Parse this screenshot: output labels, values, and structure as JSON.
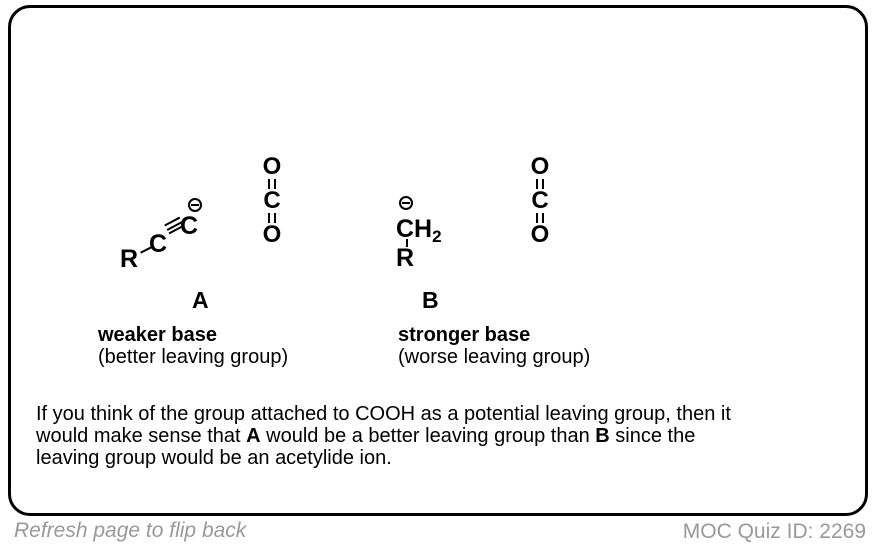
{
  "card": {
    "structure_a": {
      "r": "R",
      "c1": "C",
      "c2": "C",
      "charge_symbol": "⊖",
      "label": "A",
      "caption_bold": "weaker base",
      "caption_sub": "(better leaving group)"
    },
    "structure_b": {
      "charge_symbol": "⊖",
      "ch": "CH",
      "h_sub": "2",
      "r": "R",
      "label": "B",
      "caption_bold": "stronger base",
      "caption_sub": "(worse leaving group)"
    },
    "co2": {
      "o_top": "O",
      "c": "C",
      "o_bottom": "O"
    },
    "explanation_lines": [
      [
        {
          "t": "If you think of the group attached to COOH as a potential leaving group, then it"
        }
      ],
      [
        {
          "t": "would make sense that "
        },
        {
          "t": "A",
          "b": true
        },
        {
          "t": " would be a better leaving group than "
        },
        {
          "t": "B",
          "b": true
        },
        {
          "t": " since the"
        }
      ],
      [
        {
          "t": "leaving group would be an acetylide ion."
        }
      ]
    ]
  },
  "footer": {
    "hint": "Refresh page to flip back",
    "quiz_id": "MOC Quiz ID: 2269"
  },
  "colors": {
    "border": "#000000",
    "text": "#000000",
    "muted": "#999999"
  }
}
